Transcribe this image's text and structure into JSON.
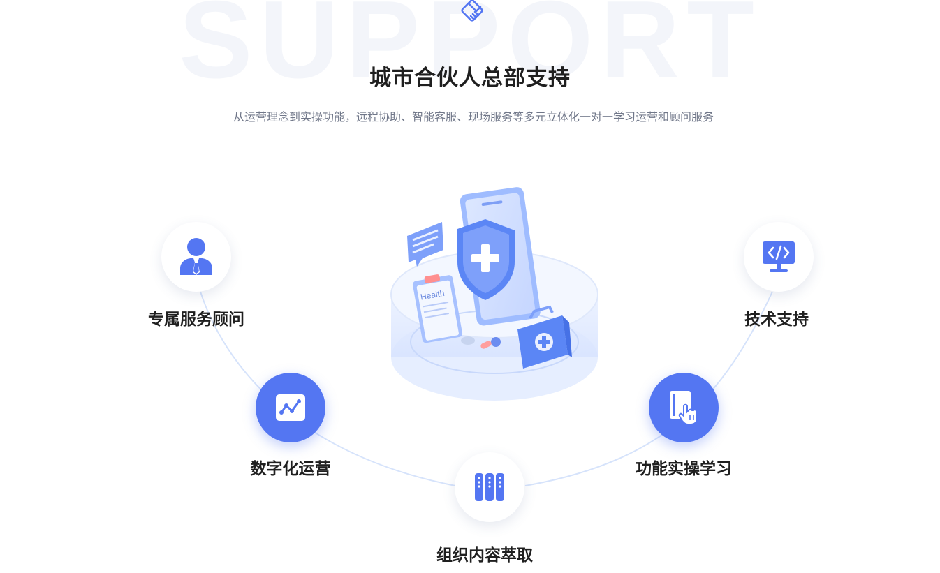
{
  "header": {
    "bg_word": "SUPPORT",
    "title": "城市合伙人总部支持",
    "subtitle": "从运营理念到实操功能，远程协助、智能客服、现场服务等多元立体化一对一学习运营和顾问服务",
    "top_icon": "handshake-icon"
  },
  "hero": {
    "card_text": "Health"
  },
  "features": [
    {
      "label": "专属服务顾问",
      "icon": "consultant-icon"
    },
    {
      "label": "数字化运营",
      "icon": "analytics-chart-icon"
    },
    {
      "label": "组织内容萃取",
      "icon": "server-columns-icon"
    },
    {
      "label": "功能实操学习",
      "icon": "touch-book-icon"
    },
    {
      "label": "技术支持",
      "icon": "code-monitor-icon"
    }
  ],
  "colors": {
    "accent": "#5476f2",
    "title": "#1f1f1f",
    "subtitle": "#707789",
    "arc": "#d6e3fb"
  }
}
